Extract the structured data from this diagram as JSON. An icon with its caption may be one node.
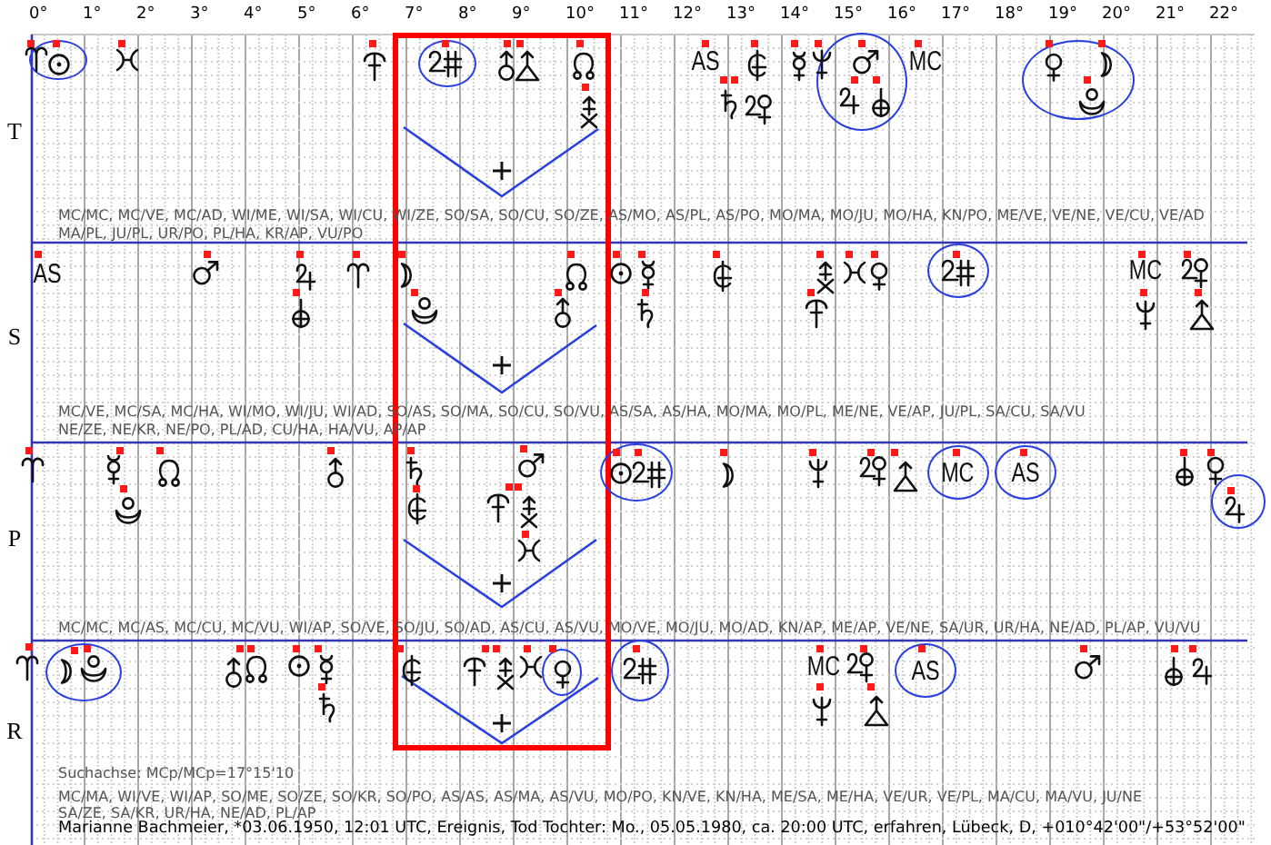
{
  "diagram": {
    "nodes": [
      {
        "text": [],
        "shape": "ellipse"
      },
      {
        "text": [],
        "shape": "ellipse"
      },
      {
        "text": [],
        "shape": "ellipse"
      },
      {
        "text": [],
        "shape": "ellipse"
      },
      {
        "text": [],
        "shape": "ellipse"
      },
      {
        "text": [],
        "shape": "ellipse"
      },
      {
        "text": [
          "MC"
        ]
      },
      {
        "text": [
          "AS"
        ]
      },
      {
        "text": [],
        "shape": "ellipse"
      },
      {
        "text": [],
        "shape": "ellipse"
      },
      {
        "text": [],
        "shape": "ellipse"
      },
      {
        "text": [],
        "shape": "ellipse"
      },
      {
        "text": [
          "AS"
        ]
      }
    ],
    "labels": [
      "0°",
      "1°",
      "2°",
      "3°",
      "4°",
      "5°",
      "6°",
      "7°",
      "8°",
      "9°",
      "10°",
      "11°",
      "12°",
      "13°",
      "14°",
      "15°",
      "16°",
      "17°",
      "18°",
      "19°",
      "20°",
      "21°",
      "22°",
      "AS",
      "MC",
      "T",
      "MC/MC, MC/VE, MC/AD, WI/ME, WI/SA, WI/CU, WI/ZE, SO/SA, SO/CU, SO/ZE, AS/MO, AS/PL, AS/PO, MO/MA, MO/JU, MO/HA, KN/PO, ME/VE, VE/NE, VE/CU, VE/AD",
      "MA/PL, JU/PL, UR/PO, PL/HA, KR/AP, VU/PO",
      "AS",
      "MC",
      "S",
      "MC/VE, MC/SA, MC/HA, WI/MO, WI/JU, WI/AD, SO/AS, SO/MA, SO/CU, SO/VU, AS/SA, AS/HA, MO/MA, MO/PL, ME/NE, VE/AP, JU/PL, SA/CU, SA/VU",
      "NE/ZE, NE/KR, NE/PO, PL/AD, CU/HA, HA/VU, AP/AP",
      "P",
      "MC/MC, MC/AS, MC/CU, MC/VU, WI/AP, SO/VE, SO/JU, SO/AD, AS/CU, AS/VU, MO/VE, MO/JU, MO/AD, KN/AP, ME/AP, VE/NE, SA/UR, UR/HA, NE/AD, PL/AP, VU/VU",
      "MC",
      "R",
      "Suchachse: MCp/MCp=17°15'10",
      "MC/MA, WI/VE, WI/AP, SO/ME, SO/ZE, SO/KR, SO/PO, AS/AS, AS/MA, AS/VU, MO/PO, KN/VE, KN/HA, ME/SA, ME/HA, VE/UR, VE/PL, MA/CU, MA/VU, JU/NE",
      "SA/ZE, SA/KR, UR/HA, NE/AD, PL/AP",
      "Marianne Bachmeier, *03.06.1950, 12:01 UTC, Ereignis, Tod Tochter: Mo., 05.05.1980, ca. 20:00 UTC, erfahren, Lübeck, D, +010°42'00\"/+53°52'00\""
    ]
  }
}
